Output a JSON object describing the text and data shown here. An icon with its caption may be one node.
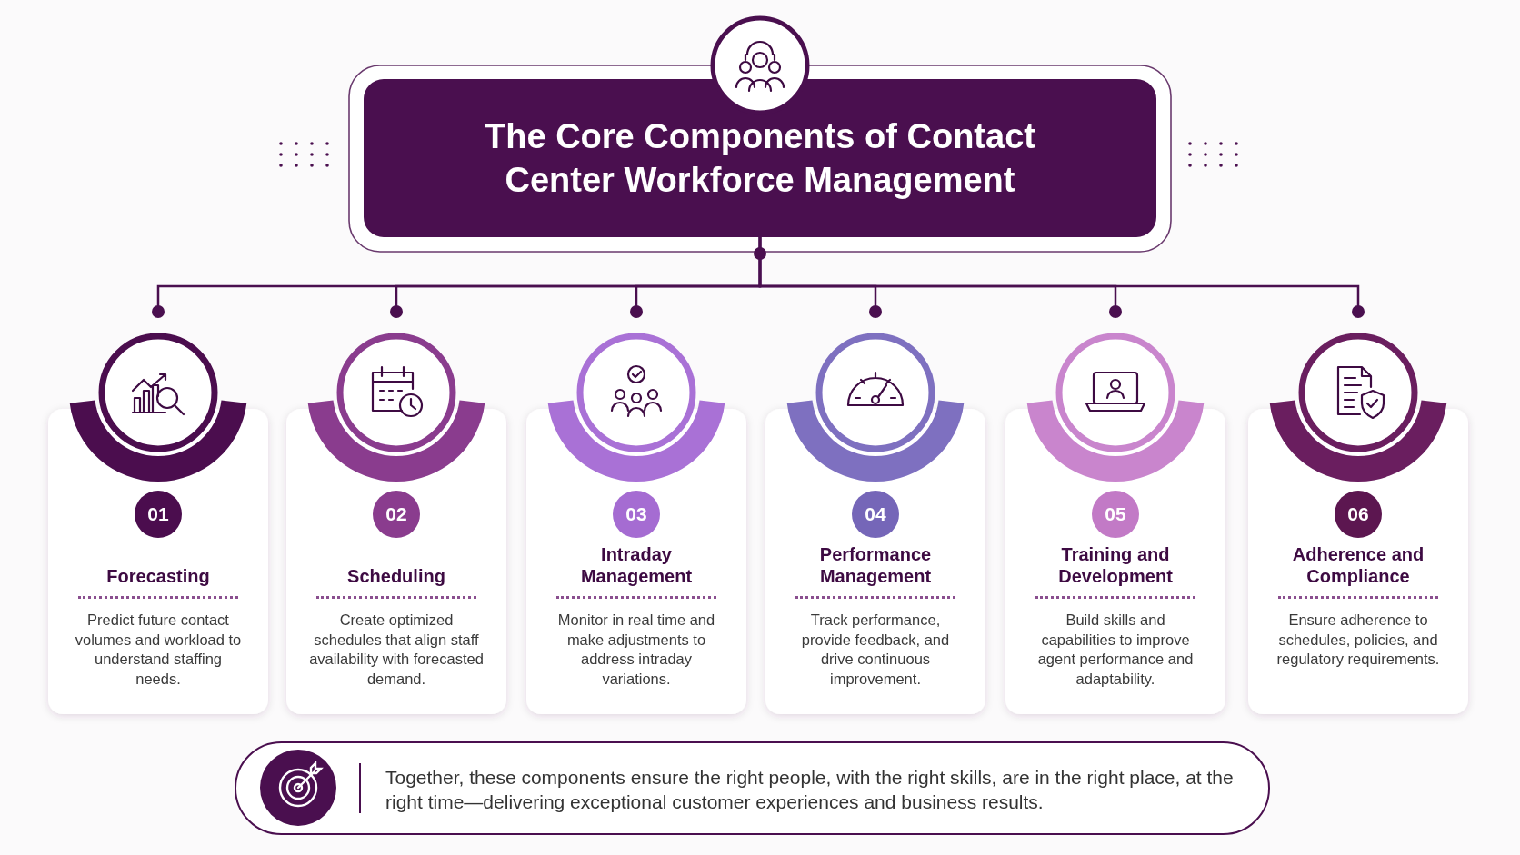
{
  "diagram": {
    "nodes": [
      {
        "text": [
          "The Core Components of Contact Center Workforce Management"
        ]
      },
      {
        "text": [
          "01",
          "Forecasting",
          "Predict future contact volumes and workload to understand staffing needs."
        ]
      },
      {
        "text": [
          "02",
          "Scheduling",
          "Create optimized schedules that align staff availability with forecasted demand."
        ]
      },
      {
        "text": [
          "03",
          "Intraday Management",
          "Monitor in real time and make adjustments to address intraday variations."
        ]
      },
      {
        "text": [
          "04",
          "Performance Management",
          "Track performance, provide feedback, and drive continuous improvement."
        ]
      },
      {
        "text": [
          "05",
          "Training and Development",
          "Build skills and capabilities to improve agent performance and adaptability."
        ]
      },
      {
        "text": [
          "06",
          "Adherence and Compliance",
          "Ensure adherence to schedules, policies, and regulatory requirements."
        ]
      },
      {
        "text": [
          "Together, these components ensure the right people, with the right skills, are in the right place, at the right time—delivering exceptional customer experiences and business results."
        ]
      }
    ],
    "edges": [
      {
        "from": 0,
        "to": 1,
        "arrow": "other"
      },
      {
        "from": 0,
        "to": 2,
        "arrow": "other"
      },
      {
        "from": 0,
        "to": 3,
        "arrow": "other"
      },
      {
        "from": 0,
        "to": 4,
        "arrow": "other"
      },
      {
        "from": 0,
        "to": 5,
        "arrow": "other"
      },
      {
        "from": 0,
        "to": 6,
        "arrow": "other"
      }
    ]
  }
}
